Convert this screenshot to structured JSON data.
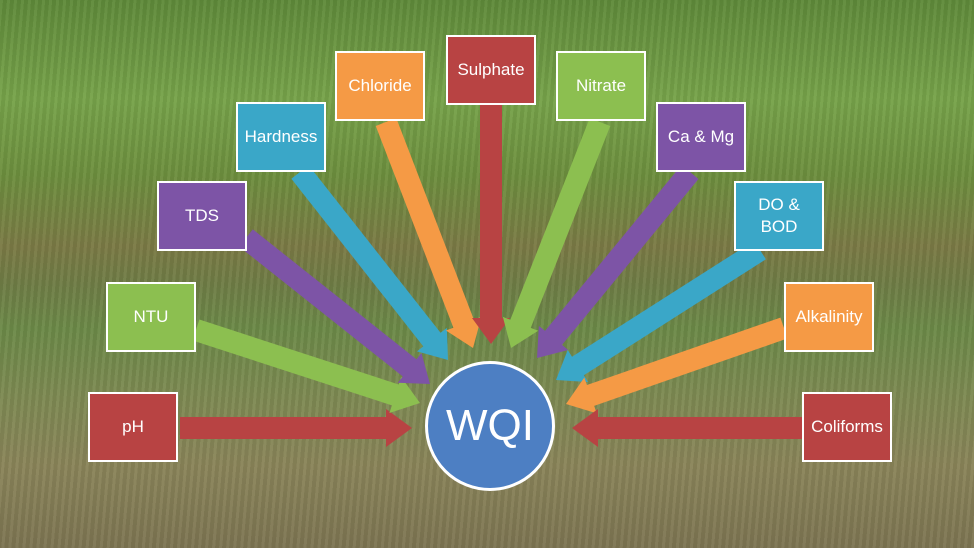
{
  "center": {
    "label": "WQI",
    "color": "#4d7fc3"
  },
  "colors": {
    "red": "#b84343",
    "green": "#8cbf50",
    "purple": "#7d54a6",
    "teal": "#3aa7c8",
    "orange": "#f59a45"
  },
  "parameters": [
    {
      "label": "pH",
      "color": "red"
    },
    {
      "label": "NTU",
      "color": "green"
    },
    {
      "label": "TDS",
      "color": "purple"
    },
    {
      "label": "Hardness",
      "color": "teal"
    },
    {
      "label": "Chloride",
      "color": "orange"
    },
    {
      "label": "Sulphate",
      "color": "red"
    },
    {
      "label": "Nitrate",
      "color": "green"
    },
    {
      "label": "Ca & Mg",
      "color": "purple"
    },
    {
      "label": "DO & BOD",
      "color": "teal"
    },
    {
      "label": "Alkalinity",
      "color": "orange"
    },
    {
      "label": "Coliforms",
      "color": "red"
    }
  ]
}
